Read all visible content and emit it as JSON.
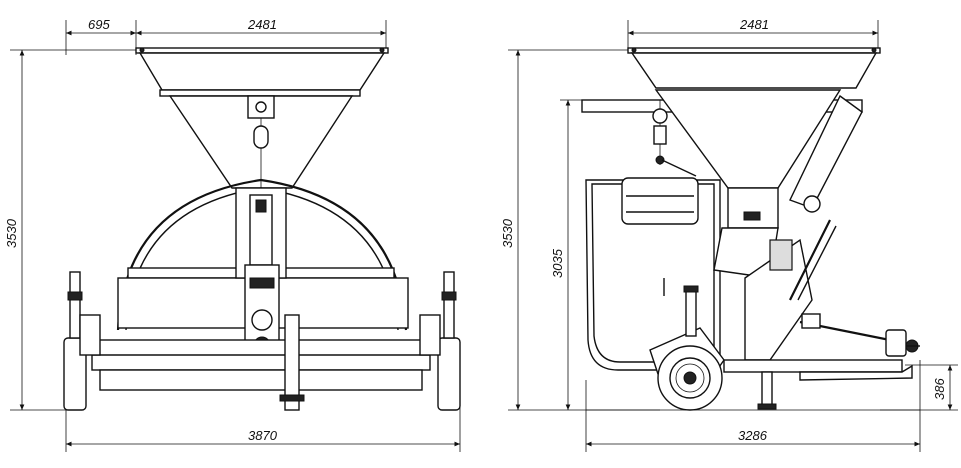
{
  "dimensions": {
    "front": {
      "offset_top": "695",
      "hopper_width_top": "2481",
      "height_total": "3530",
      "width_bottom": "3870"
    },
    "side": {
      "hopper_width_top": "2481",
      "height_total": "3530",
      "height_frame": "3035",
      "length_bottom": "3286",
      "hitch_height": "386"
    }
  }
}
